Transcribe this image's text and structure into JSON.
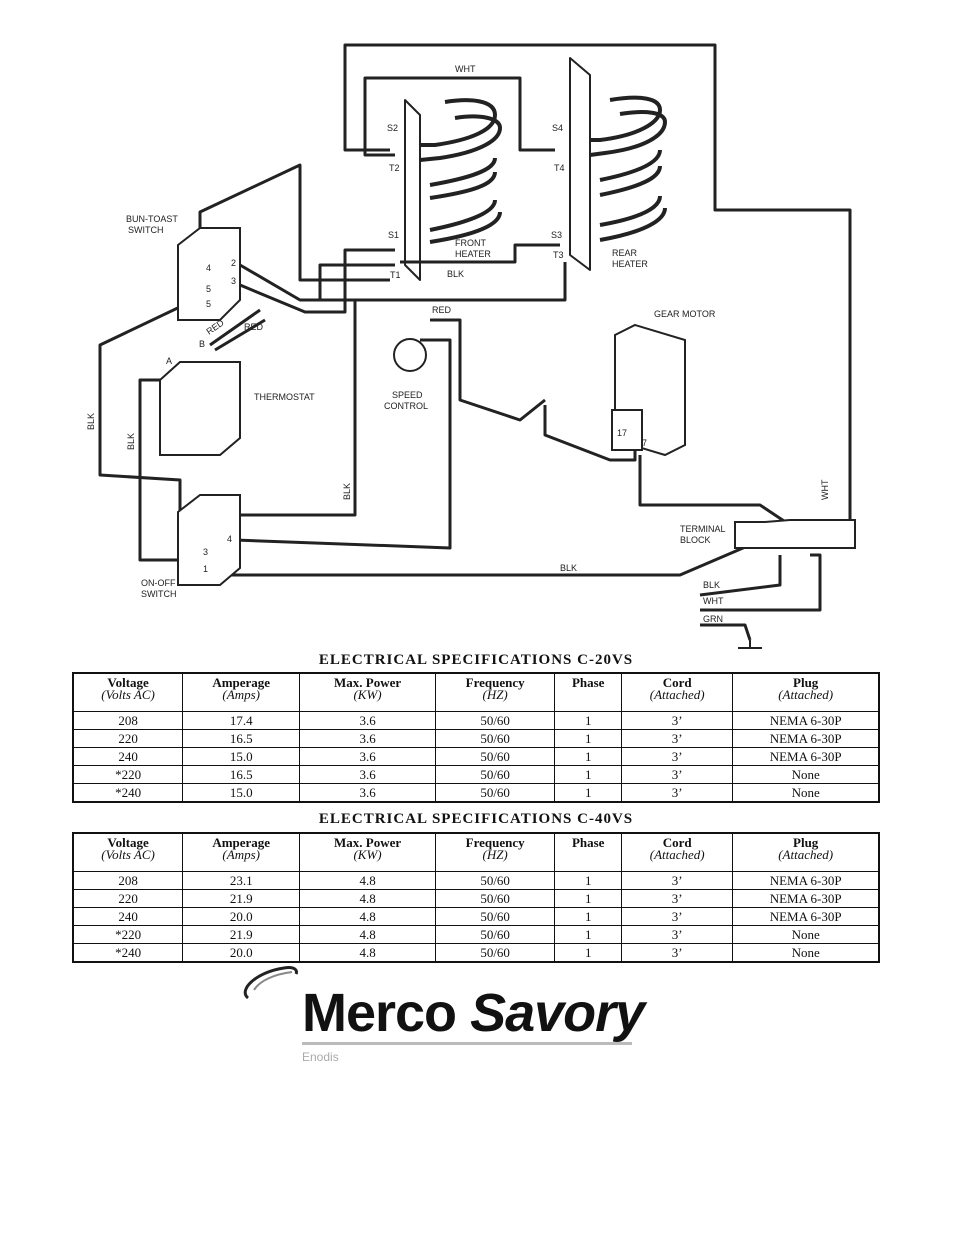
{
  "diagram": {
    "labels": {
      "wht_top": "WHT",
      "s2": "S2",
      "t2": "T2",
      "s4": "S4",
      "t4": "T4",
      "s1": "S1",
      "t1": "T1",
      "s3": "S3",
      "t3": "T3",
      "front_heater_1": "FRONT",
      "front_heater_2": "HEATER",
      "rear_heater_1": "REAR",
      "rear_heater_2": "HEATER",
      "blk_heater": "BLK",
      "bun_toast_1": "BUN-TOAST",
      "bun_toast_2": "SWITCH",
      "sw_t4": "4",
      "sw_t2": "2",
      "sw_t3": "3",
      "sw_t5a": "5",
      "sw_t5b": "5",
      "red1": "RED",
      "red2": "RED",
      "red3": "RED",
      "term_a": "A",
      "term_b": "B",
      "thermostat": "THERMOSTAT",
      "speed_1": "SPEED",
      "speed_2": "CONTROL",
      "gear_motor": "GEAR MOTOR",
      "gm_17": "17",
      "gm_7": "7",
      "blk_left1": "BLK",
      "blk_left2": "BLK",
      "blk_mid": "BLK",
      "onoff_1": "ON-OFF",
      "onoff_2": "SWITCH",
      "oo_3": "3",
      "oo_4": "4",
      "oo_1": "1",
      "terminal_1": "TERMINAL",
      "terminal_2": "BLOCK",
      "wht_right": "WHT",
      "blk_bottom": "BLK",
      "cord_blk": "BLK",
      "cord_wht": "WHT",
      "cord_grn": "GRN"
    }
  },
  "spec_tables": [
    {
      "title": "ELECTRICAL SPECIFICATIONS C-20VS",
      "headers": [
        {
          "main": "Voltage",
          "sub": "(Volts AC)"
        },
        {
          "main": "Amperage",
          "sub": "(Amps)"
        },
        {
          "main": "Max. Power",
          "sub": "(KW)"
        },
        {
          "main": "Frequency",
          "sub": "(HZ)"
        },
        {
          "main": "Phase",
          "sub": ""
        },
        {
          "main": "Cord",
          "sub": "(Attached)"
        },
        {
          "main": "Plug",
          "sub": "(Attached)"
        }
      ],
      "rows": [
        [
          "208",
          "17.4",
          "3.6",
          "50/60",
          "1",
          "3’",
          "NEMA 6-30P"
        ],
        [
          "220",
          "16.5",
          "3.6",
          "50/60",
          "1",
          "3’",
          "NEMA 6-30P"
        ],
        [
          "240",
          "15.0",
          "3.6",
          "50/60",
          "1",
          "3’",
          "NEMA 6-30P"
        ],
        [
          "*220",
          "16.5",
          "3.6",
          "50/60",
          "1",
          "3’",
          "None"
        ],
        [
          "*240",
          "15.0",
          "3.6",
          "50/60",
          "1",
          "3’",
          "None"
        ]
      ]
    },
    {
      "title": "ELECTRICAL SPECIFICATIONS C-40VS",
      "headers": [
        {
          "main": "Voltage",
          "sub": "(Volts AC)"
        },
        {
          "main": "Amperage",
          "sub": "(Amps)"
        },
        {
          "main": "Max. Power",
          "sub": "(KW)"
        },
        {
          "main": "Frequency",
          "sub": "(HZ)"
        },
        {
          "main": "Phase",
          "sub": ""
        },
        {
          "main": "Cord",
          "sub": "(Attached)"
        },
        {
          "main": "Plug",
          "sub": "(Attached)"
        }
      ],
      "rows": [
        [
          "208",
          "23.1",
          "4.8",
          "50/60",
          "1",
          "3’",
          "NEMA 6-30P"
        ],
        [
          "220",
          "21.9",
          "4.8",
          "50/60",
          "1",
          "3’",
          "NEMA 6-30P"
        ],
        [
          "240",
          "20.0",
          "4.8",
          "50/60",
          "1",
          "3’",
          "NEMA 6-30P"
        ],
        [
          "*220",
          "21.9",
          "4.8",
          "50/60",
          "1",
          "3’",
          "None"
        ],
        [
          "*240",
          "20.0",
          "4.8",
          "50/60",
          "1",
          "3’",
          "None"
        ]
      ]
    }
  ],
  "logo": {
    "brand_part1": "Merco",
    "brand_part2": "Savory",
    "sub_brand": "Enodis"
  }
}
